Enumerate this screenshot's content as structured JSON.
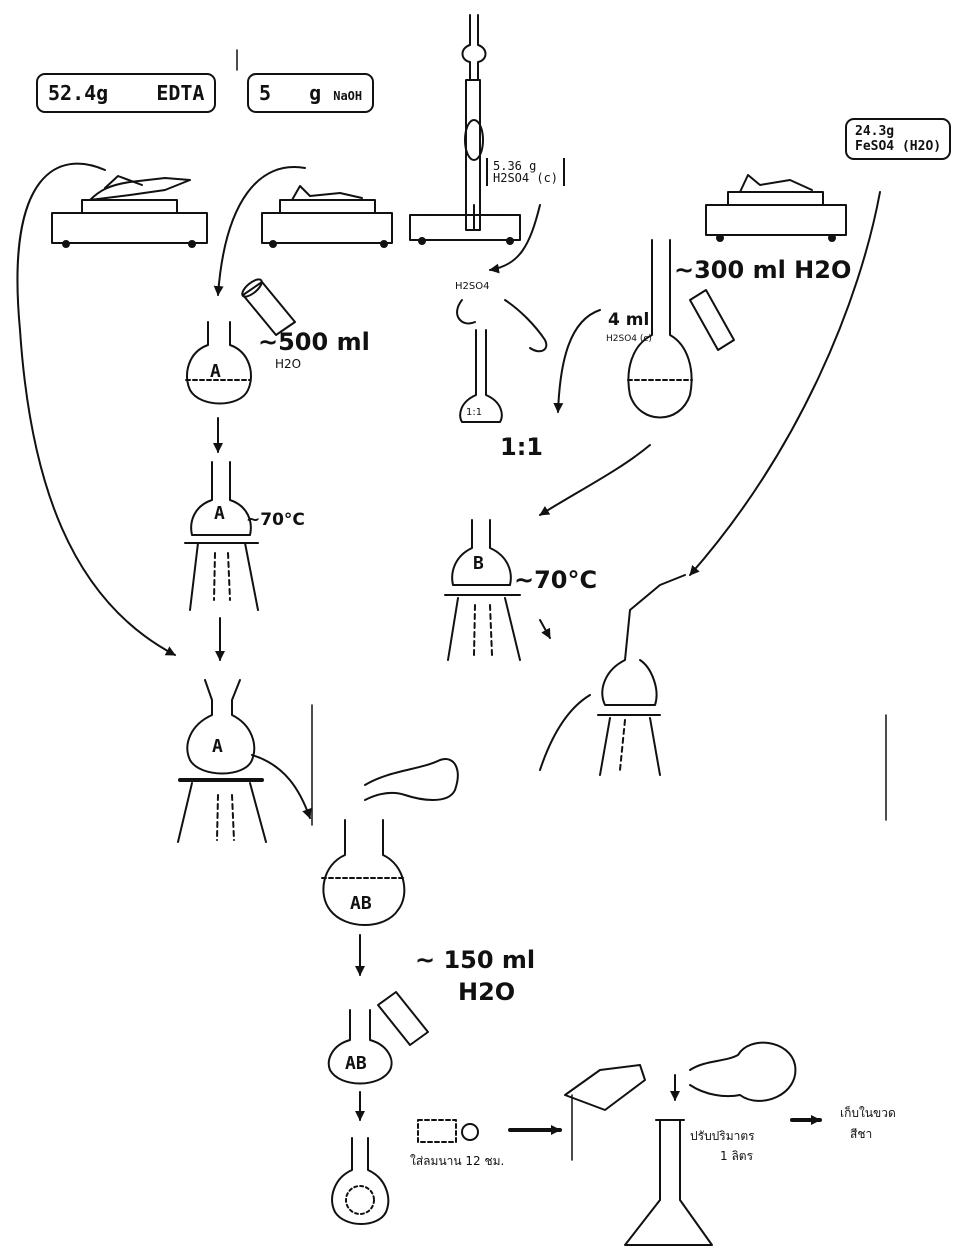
{
  "boxes": {
    "edta": {
      "amount": "52.4g",
      "name": "EDTA"
    },
    "naoh": {
      "amount": "5",
      "unit": "g",
      "name": "NaOH"
    },
    "feso4": {
      "line1": "24.3g",
      "line2": "FeSO4 (H2O)"
    },
    "h2so4": {
      "line1": "5.36 g",
      "line2": "H2SO4 (c)"
    }
  },
  "labels": {
    "water_500": "~500 ml",
    "water_500_unit": "H2O",
    "water_300": "~300 ml H2O",
    "acid_4ml": "4 ml",
    "acid_4ml_sub": "H2SO4 (c)",
    "acid_flask": "H2SO4",
    "flask_small_label": "1:1",
    "acid_ratio": "1:1",
    "temp_a": "~70°C",
    "temp_b": "~70°C",
    "water_150": "~ 150 ml",
    "water_150_unit": "H2O",
    "aerate": "ใส่ลมนาน 12 ชม.",
    "adjust": "ปรับปริมาตร",
    "adjust_vol": "1 ลิตร",
    "store": "เก็บในขวด",
    "store_sub": "สีชา"
  },
  "flasks": {
    "a1": "A",
    "a2": "A",
    "a3": "A",
    "b1": "B",
    "ab": "AB",
    "ab2": "AB"
  }
}
